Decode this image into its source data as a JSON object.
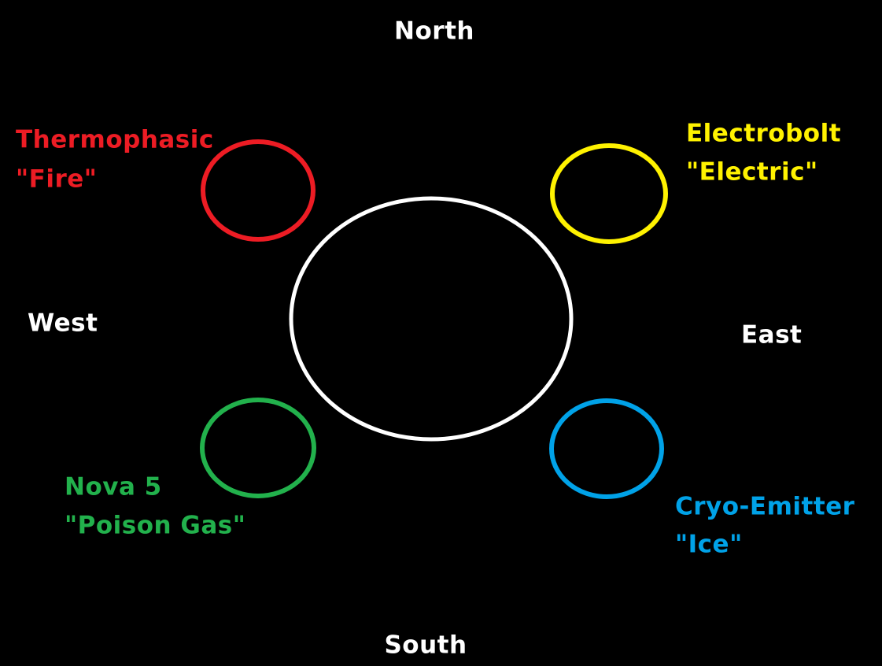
{
  "colors": {
    "background": "#000000",
    "center": "#ffffff",
    "fire": "#ed1c24",
    "electric": "#fff200",
    "poison": "#22b14c",
    "ice": "#00a2e8",
    "compass": "#ffffff"
  },
  "compass": {
    "north": "North",
    "south": "South",
    "east": "East",
    "west": "West"
  },
  "emitters": {
    "fire": {
      "name": "Thermophasic",
      "type": "\"Fire\""
    },
    "electric": {
      "name": "Electrobolt",
      "type": "\"Electric\""
    },
    "poison": {
      "name": "Nova 5",
      "type": "\"Poison Gas\""
    },
    "ice": {
      "name": "Cryo-Emitter",
      "type": "\"Ice\""
    }
  }
}
